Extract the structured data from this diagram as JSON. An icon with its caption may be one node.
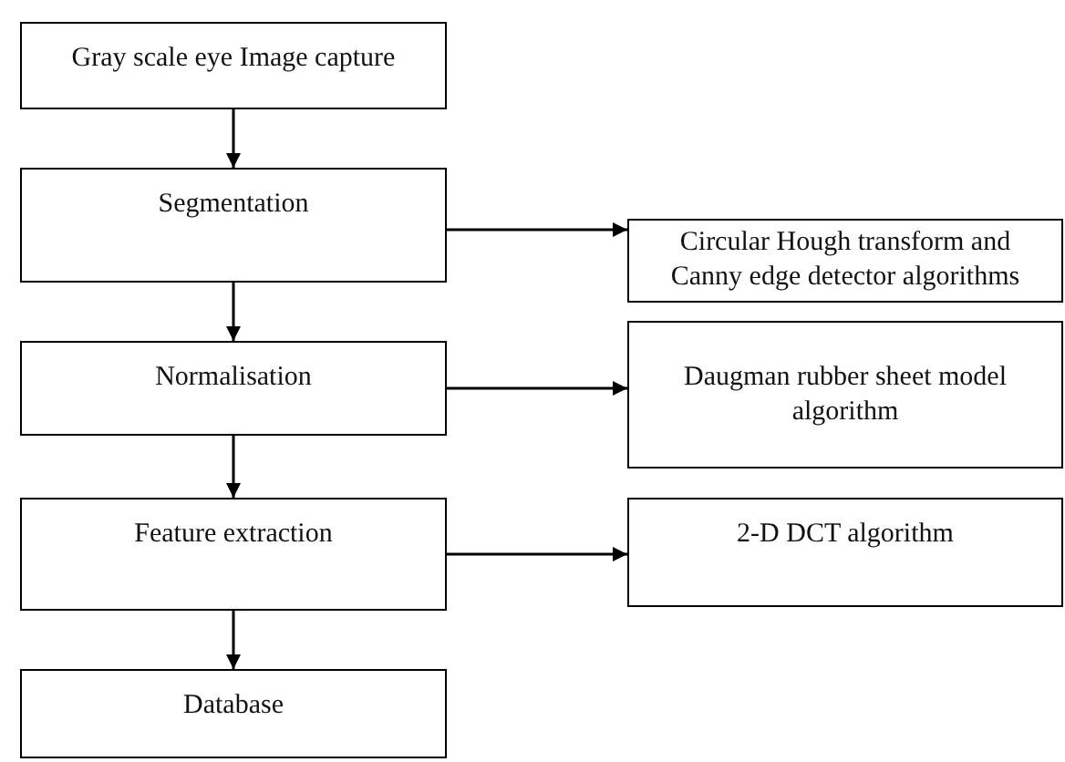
{
  "diagram": {
    "nodes": [
      {
        "text": [
          "Gray scale eye Image capture"
        ]
      },
      {
        "text": [
          "Segmentation"
        ]
      },
      {
        "text": [
          "Normalisation"
        ]
      },
      {
        "text": [
          "Feature extraction"
        ]
      },
      {
        "text": [
          "Database"
        ]
      },
      {
        "text": [
          "Circular Hough transform and Canny edge detector algorithms"
        ]
      },
      {
        "text": [
          "Daugman rubber sheet model algorithm"
        ]
      },
      {
        "text": [
          "2-D DCT algorithm"
        ]
      }
    ],
    "edges": [
      {
        "from": 0,
        "to": 1,
        "arrow": "to"
      },
      {
        "from": 1,
        "to": 2,
        "arrow": "to"
      },
      {
        "from": 2,
        "to": 3,
        "arrow": "to"
      },
      {
        "from": 3,
        "to": 4,
        "arrow": "to"
      },
      {
        "from": 1,
        "to": 5,
        "arrow": "to"
      },
      {
        "from": 2,
        "to": 6,
        "arrow": "to"
      },
      {
        "from": 3,
        "to": 7,
        "arrow": "to"
      }
    ]
  }
}
